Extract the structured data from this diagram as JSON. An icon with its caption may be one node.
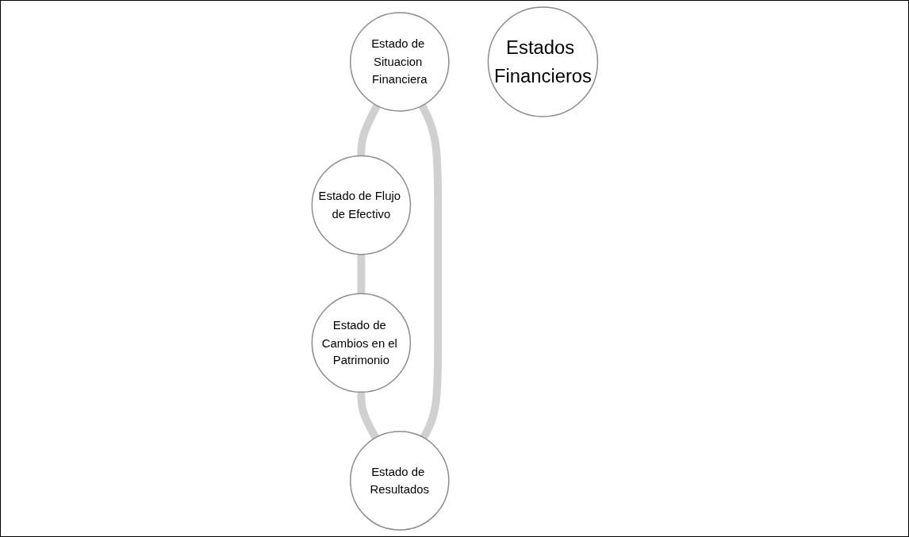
{
  "diagram": {
    "nodes": [
      {
        "text": [
          "Estado de Situacion Financiera"
        ]
      },
      {
        "text": [
          "Estado de Resultados"
        ]
      },
      {
        "text": [
          "Estados Financieros"
        ]
      },
      {
        "text": [
          "Estado de Flujo de Efectivo"
        ]
      },
      {
        "text": [
          "Estado de Cambios en el Patrimonio"
        ]
      }
    ],
    "edges": [
      {
        "from": 0,
        "to": 3,
        "arrow": "none"
      },
      {
        "from": 3,
        "to": 4,
        "arrow": "none"
      },
      {
        "from": 4,
        "to": 1,
        "arrow": "none"
      },
      {
        "from": 1,
        "to": 0,
        "arrow": "none"
      }
    ]
  }
}
